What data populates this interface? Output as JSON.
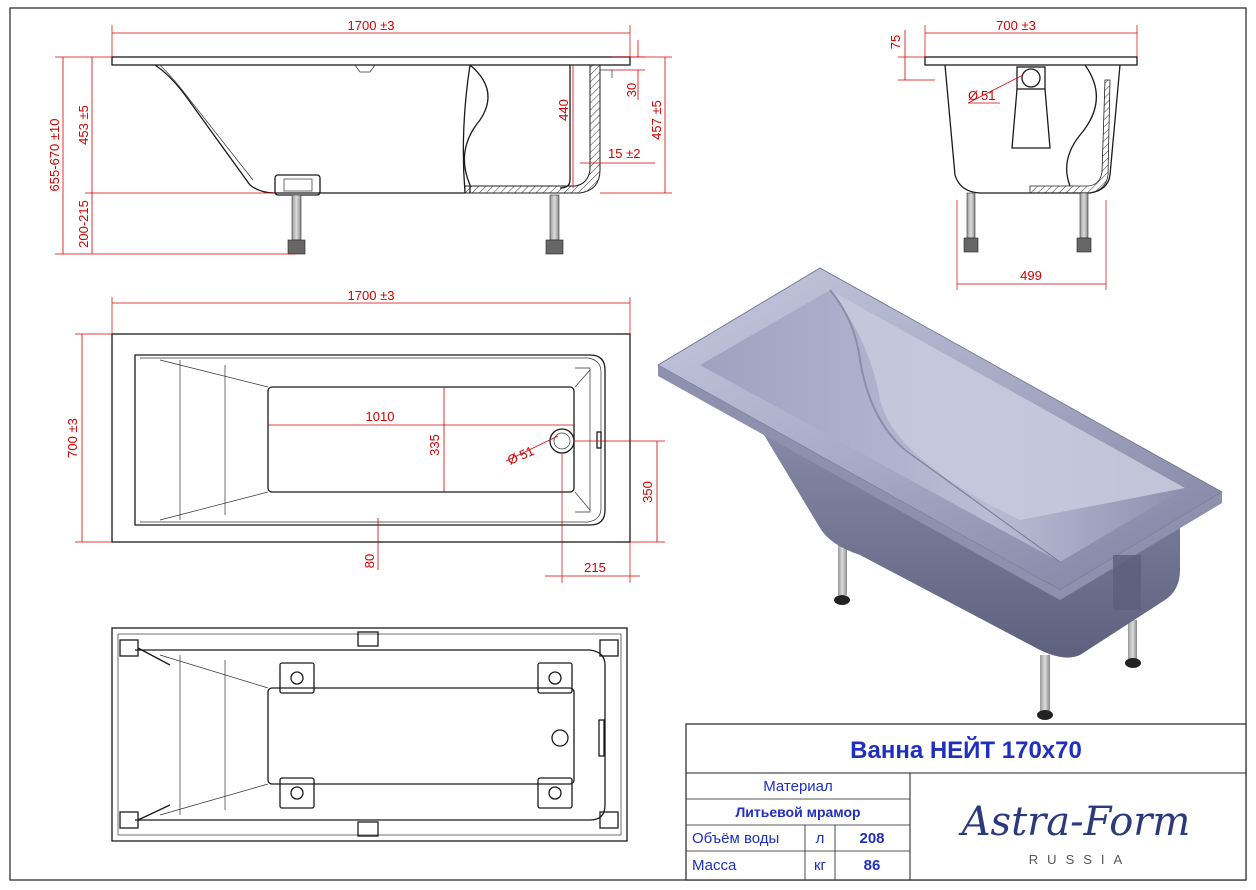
{
  "side_view": {
    "length": "1700 ±3",
    "total_height": "655-670 ±10",
    "body_height": "453 ±5",
    "leg_height": "200-215",
    "depth": "440",
    "rim_offset": "30",
    "overall_height": "457 ±5",
    "wall_thickness": "15 ±2"
  },
  "end_view": {
    "width": "700 ±3",
    "rim_height": "75",
    "drain_diameter": "51",
    "leg_spacing": "499"
  },
  "top_view": {
    "length": "1700 ±3",
    "width": "700 ±3",
    "bottom_length": "1010",
    "bottom_width": "335",
    "drain_diameter": "51",
    "drain_from_side": "350",
    "drain_from_end": "215",
    "rim_offset": "80"
  },
  "title_block": {
    "title": "Ванна НЕЙТ 170х70",
    "material_label": "Материал",
    "material_value": "Литьевой мрамор",
    "volume_label": "Объём воды",
    "volume_unit": "л",
    "volume_value": "208",
    "mass_label": "Масса",
    "mass_unit": "кг",
    "mass_value": "86",
    "logo_text": "Astra-Form",
    "logo_sub": "RUSSIA"
  },
  "colors": {
    "dimension": "#d40000",
    "title_text": "#1f2fbf",
    "tub_render": "#a9acc6"
  }
}
